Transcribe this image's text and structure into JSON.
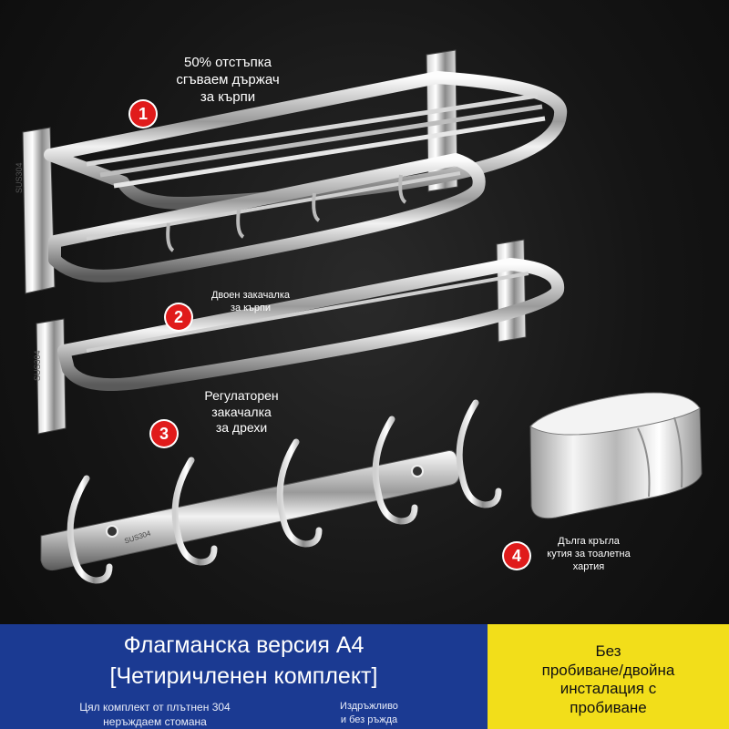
{
  "items": [
    {
      "number": "1",
      "label_lines": [
        "50% отстъпка",
        "сгъваем държач",
        "за кърпи"
      ]
    },
    {
      "number": "2",
      "label_lines": [
        "Двоен закачалка",
        "за кърпи"
      ]
    },
    {
      "number": "3",
      "label_lines": [
        "Регулаторен",
        "закачалка",
        "за дрехи"
      ]
    },
    {
      "number": "4",
      "label_lines": [
        "Дълга кръгла",
        "кутия за тоалетна",
        "хартия"
      ]
    }
  ],
  "engravings": [
    "SUS304",
    "SUS304",
    "SUS304"
  ],
  "banner": {
    "title_line1": "Флагманска версия А4",
    "title_line2": "[Четиричленен комплект]",
    "subtitle_left_lines": [
      "Цял комплект от плътнен 304",
      "неръждаем стомана"
    ],
    "subtitle_right_lines": [
      "Издръжливо",
      "и без ръжда"
    ],
    "yellow_lines": [
      "Без",
      "пробиване/двойна",
      "инсталация с",
      "пробиване"
    ]
  },
  "colors": {
    "badge": "#e01b1b",
    "banner_blue": "#1b3a92",
    "banner_yellow": "#f2de1a"
  }
}
